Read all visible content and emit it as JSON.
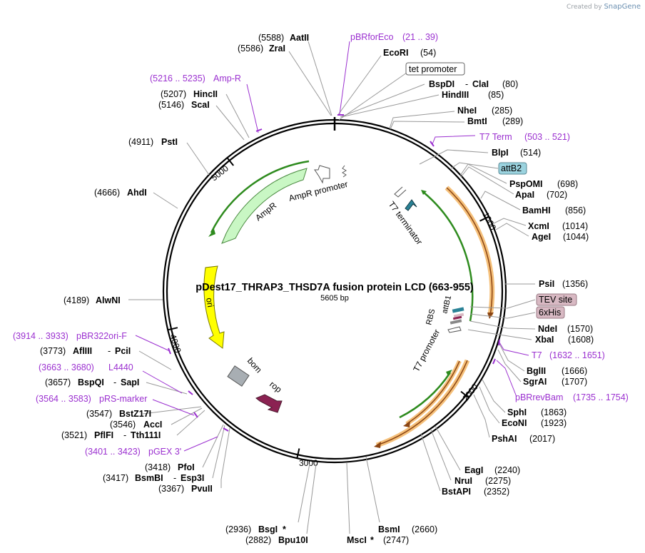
{
  "branding": {
    "created_by": "Created by",
    "app_name": "SnapGene"
  },
  "plasmid": {
    "name": "pDest17_THRAP3_THSD7A fusion protein LCD (663-955)",
    "length_label": "5605 bp",
    "length": 5605
  },
  "tick_labels": [
    {
      "pos": 1000,
      "label": "1000"
    },
    {
      "pos": 2000,
      "label": "2000"
    },
    {
      "pos": 3000,
      "label": "3000"
    },
    {
      "pos": 4000,
      "label": "4000"
    },
    {
      "pos": 5000,
      "label": "5000"
    }
  ],
  "colors": {
    "circle": "#000000",
    "leader": "#999999",
    "primer": "#9b30d0",
    "enzyme_text": "#000000",
    "ampr": "#c9f7c4",
    "ori": "#ffff00",
    "rop": "#8b2252",
    "bom": "#a8aeb3",
    "orf_green": "#2e8b1e",
    "orf_orange": "#f5c07a",
    "orf_brown": "#8b4513",
    "tag_teal": "#9bd3df",
    "tag_pink": "#d8b9c3"
  },
  "enzymes": [
    {
      "name": "AatII",
      "pos_label": "(5588)",
      "pos": 5588,
      "star": ""
    },
    {
      "name": "ZraI",
      "pos_label": "(5586)",
      "pos": 5586,
      "star": ""
    },
    {
      "name": "EcoRI",
      "pos_label": "(54)",
      "pos": 54,
      "star": ""
    },
    {
      "name": "BspDI",
      "alt": "ClaI",
      "pos_label": "(80)",
      "pos": 80,
      "star": ""
    },
    {
      "name": "HindIII",
      "pos_label": "(85)",
      "pos": 85,
      "star": ""
    },
    {
      "name": "NheI",
      "pos_label": "(285)",
      "pos": 285,
      "star": ""
    },
    {
      "name": "BmtI",
      "pos_label": "(289)",
      "pos": 289,
      "star": ""
    },
    {
      "name": "BlpI",
      "pos_label": "(514)",
      "pos": 514,
      "star": ""
    },
    {
      "name": "PspOMI",
      "pos_label": "(698)",
      "pos": 698,
      "star": ""
    },
    {
      "name": "ApaI",
      "pos_label": "(702)",
      "pos": 702,
      "star": ""
    },
    {
      "name": "BamHI",
      "pos_label": "(856)",
      "pos": 856,
      "star": ""
    },
    {
      "name": "XcmI",
      "pos_label": "(1014)",
      "pos": 1014,
      "star": ""
    },
    {
      "name": "AgeI",
      "pos_label": "(1044)",
      "pos": 1044,
      "star": ""
    },
    {
      "name": "PsiI",
      "pos_label": "(1356)",
      "pos": 1356,
      "star": ""
    },
    {
      "name": "NdeI",
      "pos_label": "(1570)",
      "pos": 1570,
      "star": ""
    },
    {
      "name": "XbaI",
      "pos_label": "(1608)",
      "pos": 1608,
      "star": ""
    },
    {
      "name": "BglII",
      "pos_label": "(1666)",
      "pos": 1666,
      "star": ""
    },
    {
      "name": "SgrAI",
      "pos_label": "(1707)",
      "pos": 1707,
      "star": ""
    },
    {
      "name": "SphI",
      "pos_label": "(1863)",
      "pos": 1863,
      "star": ""
    },
    {
      "name": "EcoNI",
      "pos_label": "(1923)",
      "pos": 1923,
      "star": ""
    },
    {
      "name": "PshAI",
      "pos_label": "(2017)",
      "pos": 2017,
      "star": ""
    },
    {
      "name": "EagI",
      "pos_label": "(2240)",
      "pos": 2240,
      "star": ""
    },
    {
      "name": "NruI",
      "pos_label": "(2275)",
      "pos": 2275,
      "star": ""
    },
    {
      "name": "BstAPI",
      "pos_label": "(2352)",
      "pos": 2352,
      "star": ""
    },
    {
      "name": "BsmI",
      "pos_label": "(2660)",
      "pos": 2660,
      "star": ""
    },
    {
      "name": "MscI",
      "pos_label": "(2747)",
      "pos": 2747,
      "star": "*"
    },
    {
      "name": "BsgI",
      "pos_label": "(2936)",
      "pos": 2936,
      "star": "*"
    },
    {
      "name": "Bpu10I",
      "pos_label": "(2882)",
      "pos": 2882,
      "star": ""
    },
    {
      "name": "PvuII",
      "pos_label": "(3367)",
      "pos": 3367,
      "star": ""
    },
    {
      "name": "BsmBI",
      "alt": "Esp3I",
      "pos_label": "(3417)",
      "pos": 3417,
      "star": ""
    },
    {
      "name": "PfoI",
      "pos_label": "(3418)",
      "pos": 3418,
      "star": ""
    },
    {
      "name": "PflFI",
      "alt": "Tth111I",
      "pos_label": "(3521)",
      "pos": 3521,
      "star": ""
    },
    {
      "name": "AccI",
      "pos_label": "(3546)",
      "pos": 3546,
      "star": ""
    },
    {
      "name": "BstZ17I",
      "pos_label": "(3547)",
      "pos": 3547,
      "star": ""
    },
    {
      "name": "BspQI",
      "alt": "SapI",
      "pos_label": "(3657)",
      "pos": 3657,
      "star": ""
    },
    {
      "name": "AflIII",
      "alt": "PciI",
      "pos_label": "(3773)",
      "pos": 3773,
      "star": ""
    },
    {
      "name": "AlwNI",
      "pos_label": "(4189)",
      "pos": 4189,
      "star": ""
    },
    {
      "name": "AhdI",
      "pos_label": "(4666)",
      "pos": 4666,
      "star": ""
    },
    {
      "name": "PstI",
      "pos_label": "(4911)",
      "pos": 4911,
      "star": ""
    },
    {
      "name": "ScaI",
      "pos_label": "(5146)",
      "pos": 5146,
      "star": ""
    },
    {
      "name": "HincII",
      "pos_label": "(5207)",
      "pos": 5207,
      "star": ""
    }
  ],
  "primers": [
    {
      "name": "pBRforEco",
      "range_label": "(21 .. 39)",
      "start": 21,
      "end": 39
    },
    {
      "name": "T7 Term",
      "range_label": "(503 .. 521)",
      "start": 503,
      "end": 521
    },
    {
      "name": "T7",
      "range_label": "(1632 .. 1651)",
      "start": 1632,
      "end": 1651
    },
    {
      "name": "pBRrevBam",
      "range_label": "(1735 .. 1754)",
      "start": 1735,
      "end": 1754
    },
    {
      "name": "pBR322ori-F",
      "range_label": "(3914 .. 3933)",
      "start": 3914,
      "end": 3933
    },
    {
      "name": "L4440",
      "range_label": "(3663 .. 3680)",
      "start": 3663,
      "end": 3680
    },
    {
      "name": "pRS-marker",
      "range_label": "(3564 .. 3583)",
      "start": 3564,
      "end": 3583
    },
    {
      "name": "pGEX 3'",
      "range_label": "(3401 .. 3423)",
      "start": 3401,
      "end": 3423
    },
    {
      "name": "Amp-R",
      "range_label": "(5216 .. 5235)",
      "start": 5216,
      "end": 5235
    }
  ],
  "boxed_features": [
    {
      "name": "tet promoter",
      "style": "white"
    },
    {
      "name": "attB2",
      "style": "teal"
    },
    {
      "name": "TEV site",
      "style": "pink"
    },
    {
      "name": "6xHis",
      "style": "pink"
    }
  ],
  "inner_feature_labels": [
    {
      "name": "AmpR"
    },
    {
      "name": "AmpR promoter"
    },
    {
      "name": "T7 terminator"
    },
    {
      "name": "ori"
    },
    {
      "name": "bom"
    },
    {
      "name": "rop"
    },
    {
      "name": "RBS"
    },
    {
      "name": "attB1"
    },
    {
      "name": "T7 promoter"
    }
  ]
}
